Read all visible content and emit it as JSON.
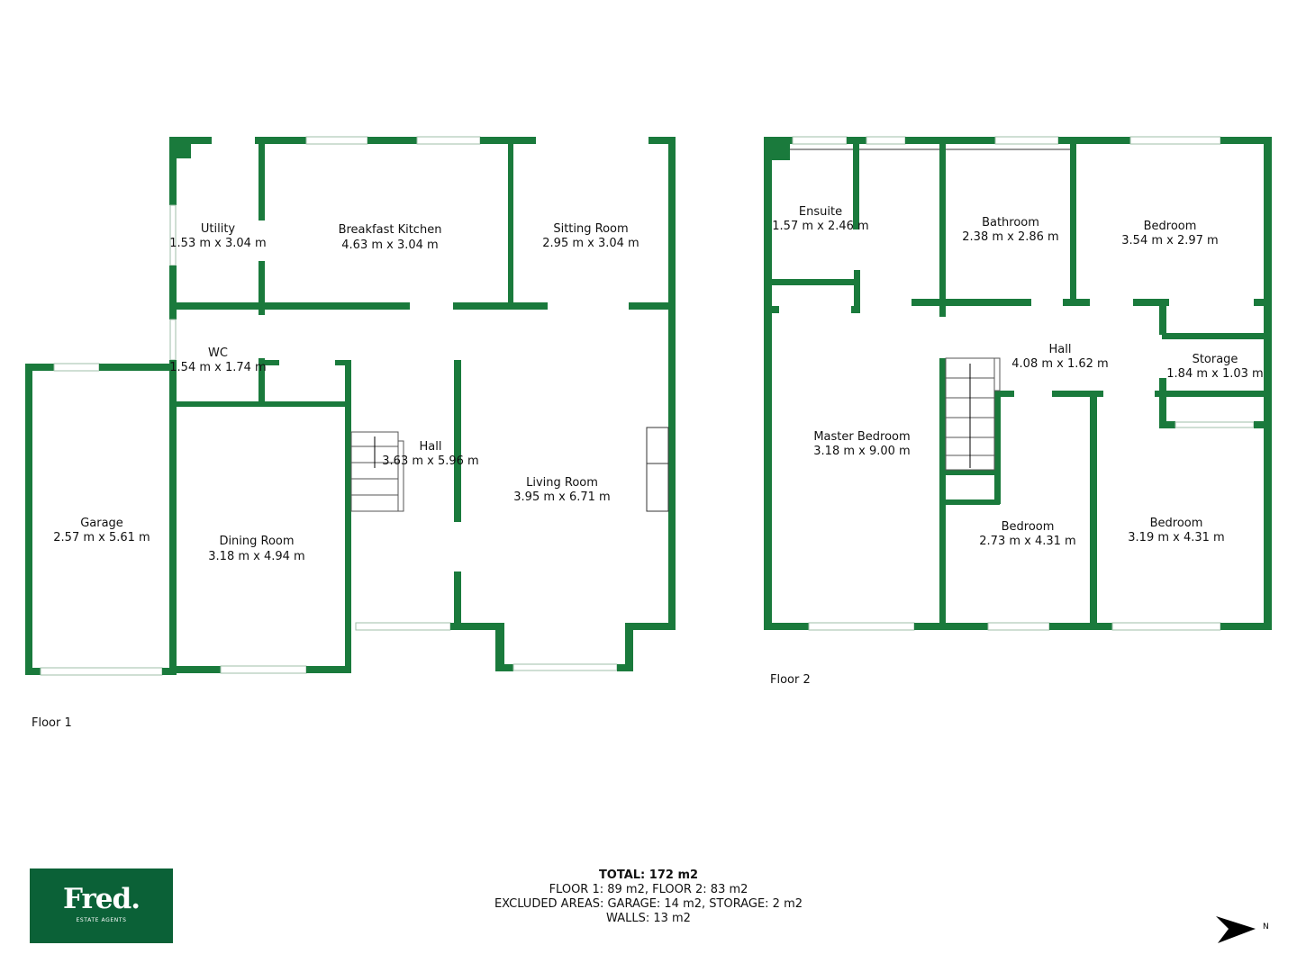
{
  "floor1": {
    "label": "Floor 1",
    "rooms": [
      {
        "name": "Utility",
        "size": "1.53 m x 3.04 m"
      },
      {
        "name": "Breakfast Kitchen",
        "size": "4.63 m x 3.04 m"
      },
      {
        "name": "Sitting Room",
        "size": "2.95 m x 3.04 m"
      },
      {
        "name": "WC",
        "size": "1.54 m x 1.74 m"
      },
      {
        "name": "Hall",
        "size": "3.63 m x 5.96 m"
      },
      {
        "name": "Living Room",
        "size": "3.95 m x 6.71 m"
      },
      {
        "name": "Garage",
        "size": "2.57 m x 5.61 m"
      },
      {
        "name": "Dining Room",
        "size": "3.18 m x 4.94 m"
      }
    ]
  },
  "floor2": {
    "label": "Floor 2",
    "rooms": [
      {
        "name": "Ensuite",
        "size": "1.57 m x 2.46 m"
      },
      {
        "name": "Bathroom",
        "size": "2.38 m x 2.86 m"
      },
      {
        "name": "Bedroom",
        "size": "3.54 m x 2.97 m"
      },
      {
        "name": "Hall",
        "size": "4.08 m x 1.62 m"
      },
      {
        "name": "Storage",
        "size": "1.84 m x 1.03 m"
      },
      {
        "name": "Master Bedroom",
        "size": "3.18 m x 9.00 m"
      },
      {
        "name": "Bedroom",
        "size": "2.73 m x 4.31 m"
      },
      {
        "name": "Bedroom",
        "size": "3.19 m x 4.31 m"
      }
    ]
  },
  "totals": {
    "total": "TOTAL: 172 m2",
    "floors": "FLOOR 1: 89 m2, FLOOR 2: 83 m2",
    "excluded": "EXCLUDED AREAS: GARAGE: 14 m2, STORAGE: 2 m2",
    "walls": "WALLS: 13 m2"
  },
  "logo": {
    "brand": "Fred.",
    "tagline": "ESTATE AGENTS"
  },
  "compass": {
    "label": "N"
  },
  "colors": {
    "wall": "#1a7a3c",
    "logo_bg": "#0b6137"
  }
}
